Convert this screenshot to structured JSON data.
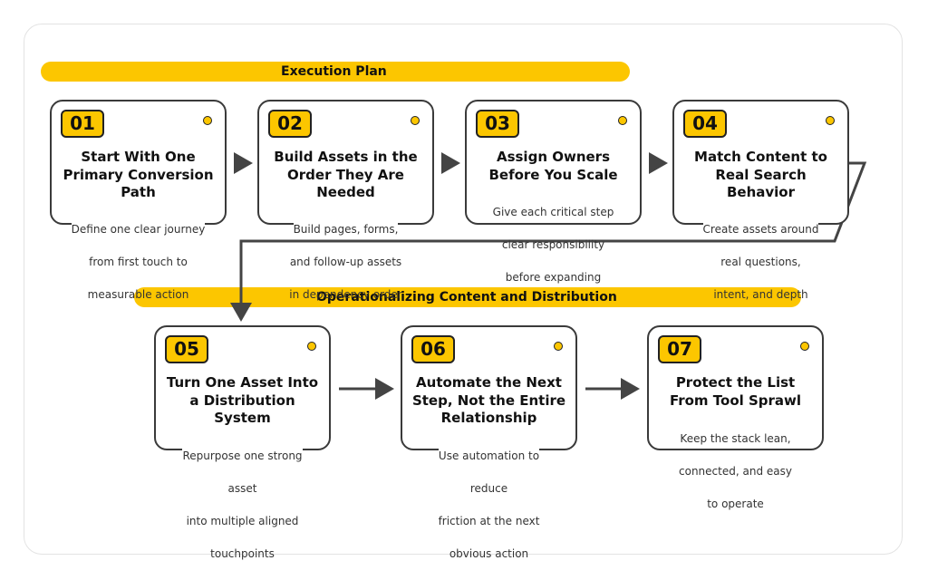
{
  "sections": [
    {
      "title": "Execution Plan"
    },
    {
      "title": "Operationalizing Content and Distribution"
    }
  ],
  "steps": [
    {
      "number": "01",
      "title": "Start With One Primary Conversion Path",
      "description_lines": [
        "Define one clear journey",
        "from first touch to",
        "measurable action"
      ]
    },
    {
      "number": "02",
      "title": "Build Assets in the Order They Are Needed",
      "description_lines": [
        "Build pages, forms,",
        "and follow-up assets",
        "in dependency order"
      ]
    },
    {
      "number": "03",
      "title": "Assign Owners Before You Scale",
      "description_lines": [
        "Give each critical step",
        "clear responsibility",
        "before expanding"
      ]
    },
    {
      "number": "04",
      "title": "Match Content to Real Search Behavior",
      "description_lines": [
        "Create assets around",
        "real questions,",
        "intent, and depth"
      ]
    },
    {
      "number": "05",
      "title": "Turn One Asset Into a Distribution System",
      "description_lines": [
        "Repurpose one strong",
        "asset",
        "into multiple aligned",
        "touchpoints"
      ]
    },
    {
      "number": "06",
      "title": "Automate the Next Step, Not the Entire Relationship",
      "description_lines": [
        "Use automation to",
        "reduce",
        "friction at the next",
        "obvious action"
      ]
    },
    {
      "number": "07",
      "title": "Protect the List From Tool Sprawl",
      "description_lines": [
        "Keep the stack lean,",
        "connected, and easy",
        "to operate"
      ]
    }
  ],
  "colors": {
    "accent": "#fcc600",
    "border": "#3a3a3a",
    "arrow": "#444444"
  }
}
